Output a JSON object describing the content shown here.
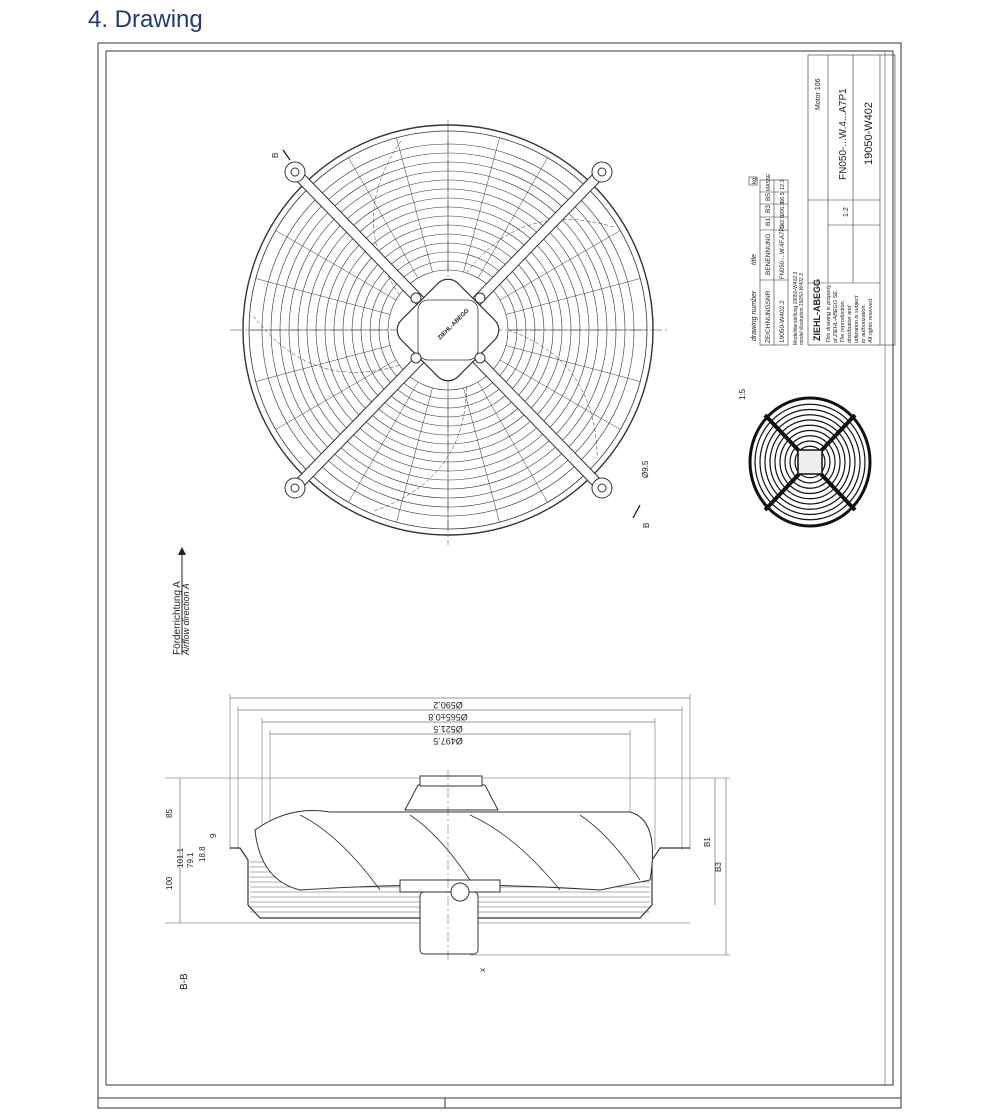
{
  "heading": "4. Drawing",
  "front_view": {
    "section_mark": "B",
    "hole_dim": "Ø9.5",
    "logo": "ZIEHL-ABEGG"
  },
  "airflow": {
    "label_de": "Förderrichtung A",
    "label_en": "Airflow direction A"
  },
  "section_view": {
    "label": "B-B",
    "detail_mark": "x",
    "diameters": [
      "Ø590.2",
      "Ø565±0.8",
      "Ø521.5",
      "Ø497.5"
    ],
    "left_dims": [
      "85",
      "100",
      "101.1",
      "79.1",
      "18.8",
      "9"
    ],
    "right_dims": [
      "B1",
      "B3"
    ]
  },
  "thumbnail": {
    "scale": "1:5"
  },
  "title_block": {
    "drawing_number_label": "drawing number",
    "title_label": "title",
    "headers": [
      "ZEICHNUNGSNR",
      "BENENNUNG",
      "B1",
      "B3",
      "B5",
      "MASSE"
    ],
    "unit": "kg",
    "row": [
      "19050-W402.2",
      "FN050-...W.4F.A7P1",
      "142.0",
      "206.3",
      "66.5",
      "12.3"
    ],
    "model_de": "Modelldarstellung 19050-W402.3",
    "model_en": "model illustration 19050-W402.3",
    "company": "ZIEHL-ABEGG",
    "property_note": [
      "This drawing is property",
      "of ZIEHL-ABEGG SE.",
      "The reproduction,",
      "distribution and",
      "utilization is subject",
      "to authorization.",
      "All rights reserved."
    ],
    "scale": "1:2",
    "motor": "Motor 106",
    "type": "FN050-...W.4...A7P1",
    "number": "19050-W402"
  }
}
